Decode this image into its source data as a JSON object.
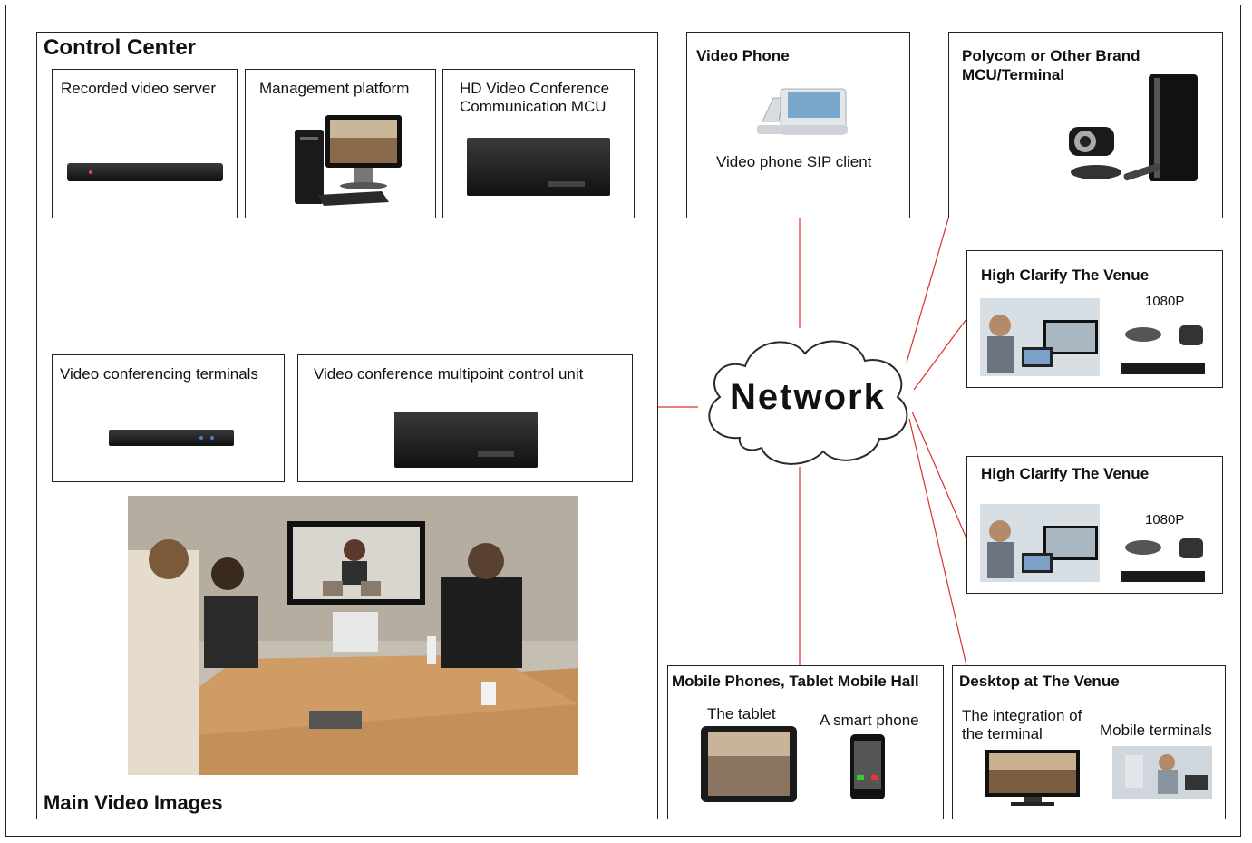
{
  "colors": {
    "wire": "#d8302a",
    "bus": "#d8231e",
    "frame": "#222222"
  },
  "control_center": {
    "title": "Control Center",
    "recorded_server": "Recorded video server",
    "management_platform": "Management platform",
    "mcu_line1": "HD Video Conference",
    "mcu_line2": "Communication MCU",
    "terminals": "Video conferencing terminals",
    "multipoint": "Video conference multipoint control unit",
    "main_images": "Main Video Images"
  },
  "network": {
    "label": "Network"
  },
  "video_phone": {
    "title": "Video Phone",
    "caption": "Video phone SIP client"
  },
  "polycom": {
    "line1": "Polycom or Other Brand",
    "line2": "MCU/Terminal"
  },
  "venue1": {
    "title": "High Clarify The Venue",
    "res": "1080P"
  },
  "venue2": {
    "title": "High Clarify The Venue",
    "res": "1080P"
  },
  "mobile": {
    "title": "Mobile Phones, Tablet Mobile Hall",
    "tablet": "The tablet",
    "phone": "A smart phone"
  },
  "desktop": {
    "title": "Desktop at The Venue",
    "integration_line1": "The integration of",
    "integration_line2": "the terminal",
    "mobile_terminals": "Mobile terminals"
  }
}
